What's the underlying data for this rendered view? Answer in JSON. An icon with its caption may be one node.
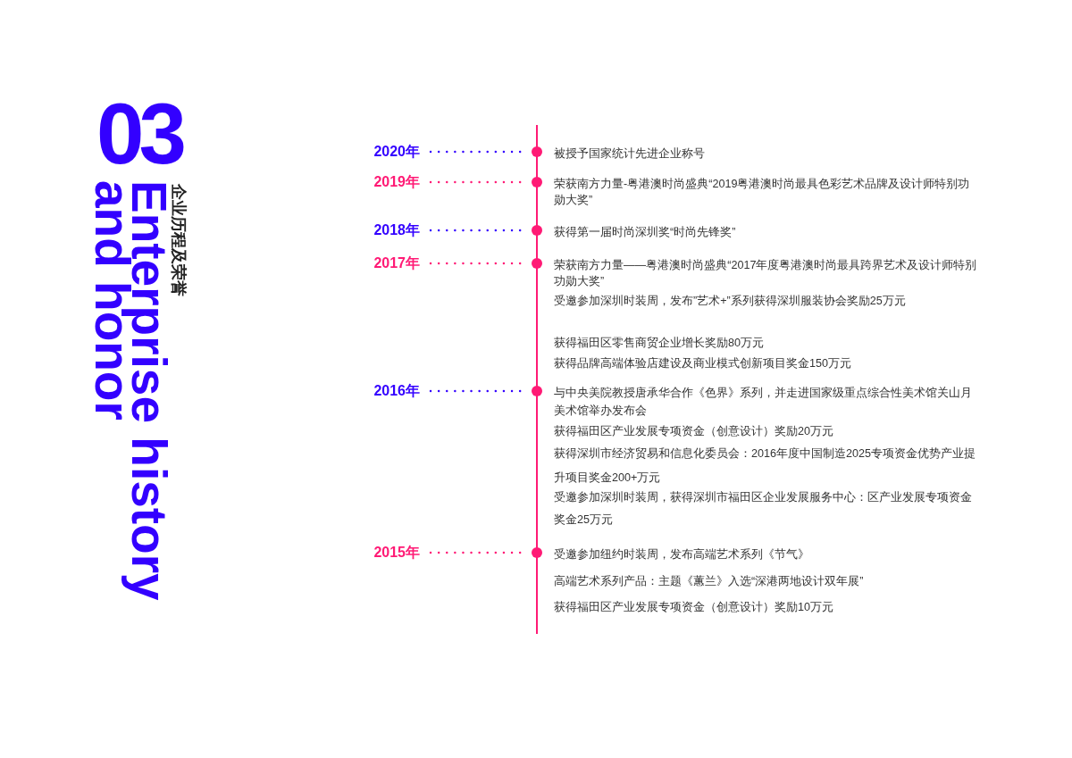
{
  "diagram": {
    "nodes": [
      {
        "text": [
          "2020年"
        ]
      },
      {
        "text": [],
        "shape": "circle",
        "beside": [
          "被授予国家统计先进企业称号"
        ]
      },
      {
        "text": [
          "2019年"
        ]
      },
      {
        "text": [],
        "shape": "circle",
        "beside": [
          "荣获南方力量-粤港澳时尚盛典“2019粤港澳时尚最具色彩艺术品牌及设计师特别功勋大奖”"
        ]
      },
      {
        "text": [
          "2018年"
        ]
      },
      {
        "text": [],
        "shape": "circle",
        "beside": [
          "获得第一届时尚深圳奖“时尚先锋奖”"
        ]
      },
      {
        "text": [
          "2017年"
        ]
      },
      {
        "text": [],
        "shape": "circle",
        "beside": [
          "荣获南方力量——粤港澳时尚盛典“2017年度粤港澳时尚最具跨界艺术及设计师特别功勋大奖”",
          "受邀参加深圳时装周，发布”艺术+”系列获得深圳服装协会奖励25万元",
          "获得福田区零售商贸企业增长奖励80万元",
          "获得品牌高端体验店建设及商业模式创新项目奖金150万元"
        ]
      },
      {
        "text": [
          "2016年"
        ]
      },
      {
        "text": [],
        "shape": "circle",
        "beside": [
          "与中央美院教授唐承华合作《色界》系列，并走进国家级重点综合性美术馆关山月美术馆举办发布会",
          "获得福田区产业发展专项资金（创意设计）奖励20万元",
          "获得深圳市经济贸易和信息化委员会：2016年度中国制造2025专项资金优势产业提升项目奖金200+万元",
          "受邀参加深圳时装周，获得深圳市福田区企业发展服务中心：区产业发展专项资金奖金25万元"
        ]
      },
      {
        "text": [
          "2015年"
        ]
      },
      {
        "text": [],
        "shape": "circle",
        "beside": [
          "受邀参加纽约时装周，发布高端艺术系列《节气》",
          "高端艺术系列产品：主题《蕙兰》入选“深港两地设计双年展”",
          "获得福田区产业发展专项资金（创意设计）奖励10万元"
        ]
      }
    ],
    "edges": [
      {
        "from": 0,
        "to": 1,
        "arrow": "none",
        "style": "dashed",
        "color": "#3300ff"
      },
      {
        "from": 2,
        "to": 3,
        "arrow": "none",
        "style": "dashed",
        "color": "#ff1a75"
      },
      {
        "from": 4,
        "to": 5,
        "arrow": "none",
        "style": "dashed",
        "color": "#3300ff"
      },
      {
        "from": 6,
        "to": 7,
        "arrow": "none",
        "style": "dashed",
        "color": "#ff1a75"
      },
      {
        "from": 8,
        "to": 9,
        "arrow": "none",
        "style": "dashed",
        "color": "#3300ff"
      },
      {
        "from": 10,
        "to": 11,
        "arrow": "none",
        "style": "dashed",
        "color": "#ff1a75"
      }
    ],
    "labels": [
      "03",
      "企业历程及荣誉",
      "Enterprise history",
      "and honor"
    ]
  }
}
